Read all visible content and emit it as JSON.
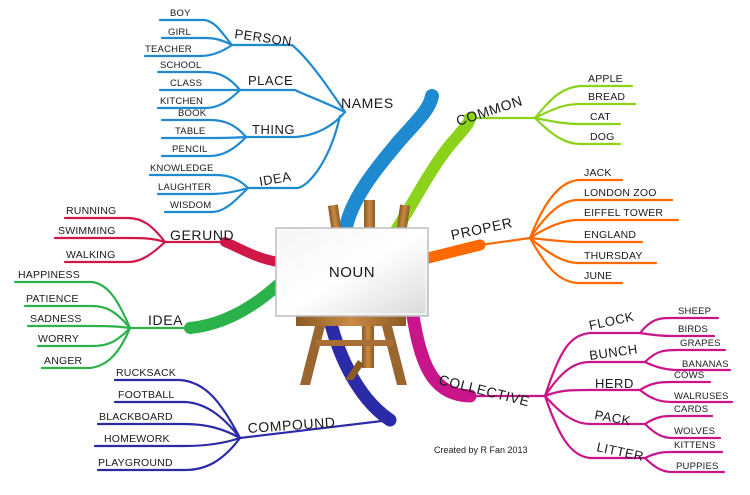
{
  "center": "NOUN",
  "credit": "Created by R Fan 2013",
  "colors": {
    "names": "#1f8ad0",
    "common": "#8cd21a",
    "proper": "#ff6a00",
    "collective": "#c8158a",
    "compound": "#2b2ba8",
    "idea": "#2bb24a",
    "gerund": "#d01848"
  },
  "names": {
    "label": "NAMES",
    "person": {
      "label": "PERSON",
      "items": [
        "BOY",
        "GIRL",
        "TEACHER"
      ]
    },
    "place": {
      "label": "PLACE",
      "items": [
        "SCHOOL",
        "CLASS",
        "KITCHEN"
      ]
    },
    "thing": {
      "label": "THING",
      "items": [
        "BOOK",
        "TABLE",
        "PENCIL"
      ]
    },
    "idea": {
      "label": "IDEA",
      "items": [
        "KNOWLEDGE",
        "LAUGHTER",
        "WISDOM"
      ]
    }
  },
  "common": {
    "label": "COMMON",
    "items": [
      "APPLE",
      "BREAD",
      "CAT",
      "DOG"
    ]
  },
  "proper": {
    "label": "PROPER",
    "items": [
      "JACK",
      "LONDON ZOO",
      "EIFFEL TOWER",
      "ENGLAND",
      "THURSDAY",
      "JUNE"
    ]
  },
  "collective": {
    "label": "COLLECTIVE",
    "flock": {
      "label": "FLOCK",
      "items": [
        "SHEEP",
        "BIRDS"
      ]
    },
    "bunch": {
      "label": "BUNCH",
      "items": [
        "GRAPES",
        "BANANAS"
      ]
    },
    "herd": {
      "label": "HERD",
      "items": [
        "COWS",
        "WALRUSES"
      ]
    },
    "pack": {
      "label": "PACK",
      "items": [
        "CARDS",
        "WOLVES"
      ]
    },
    "litter": {
      "label": "LITTER",
      "items": [
        "KITTENS",
        "PUPPIES"
      ]
    }
  },
  "compound": {
    "label": "COMPOUND",
    "items": [
      "RUCKSACK",
      "FOOTBALL",
      "BLACKBOARD",
      "HOMEWORK",
      "PLAYGROUND"
    ]
  },
  "idea": {
    "label": "IDEA",
    "items": [
      "HAPPINESS",
      "PATIENCE",
      "SADNESS",
      "WORRY",
      "ANGER"
    ]
  },
  "gerund": {
    "label": "GERUND",
    "items": [
      "RUNNING",
      "SWIMMING",
      "WALKING"
    ]
  }
}
